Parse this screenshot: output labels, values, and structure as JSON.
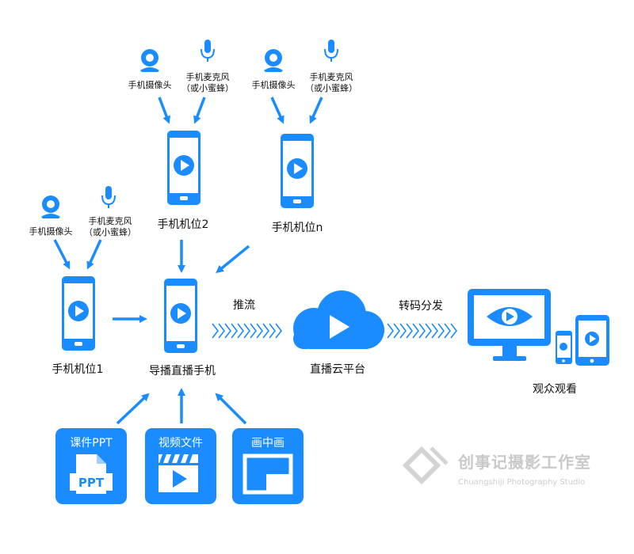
{
  "colors": {
    "accent": "#1a8cff",
    "watermark": "#cccccc"
  },
  "labels": {
    "camera": "手机摄像头",
    "mic_line1": "手机麦克风",
    "mic_line2": "（或小蜜蜂）",
    "phone_1": "手机机位1",
    "phone_2": "手机机位2",
    "phone_n": "手机机位n",
    "director_phone": "导播直播手机",
    "push_stream": "推流",
    "cloud_platform": "直播云平台",
    "transcode": "转码分发",
    "audience": "观众观看"
  },
  "sources": {
    "courseware": "课件PPT",
    "ppt_badge": "PPT",
    "video_file": "视频文件",
    "pip": "画中画"
  },
  "watermark": {
    "name": "创事记摄影工作室",
    "english": "Chuangshiji Photography Studio"
  },
  "icons": [
    "camera-icon",
    "microphone-icon",
    "phone-play-icon",
    "cloud-play-icon",
    "monitor-icon",
    "tablet-icon",
    "document-icon",
    "clapperboard-icon",
    "picture-in-picture-icon",
    "arrow-icon",
    "chevron-stream-icon"
  ]
}
